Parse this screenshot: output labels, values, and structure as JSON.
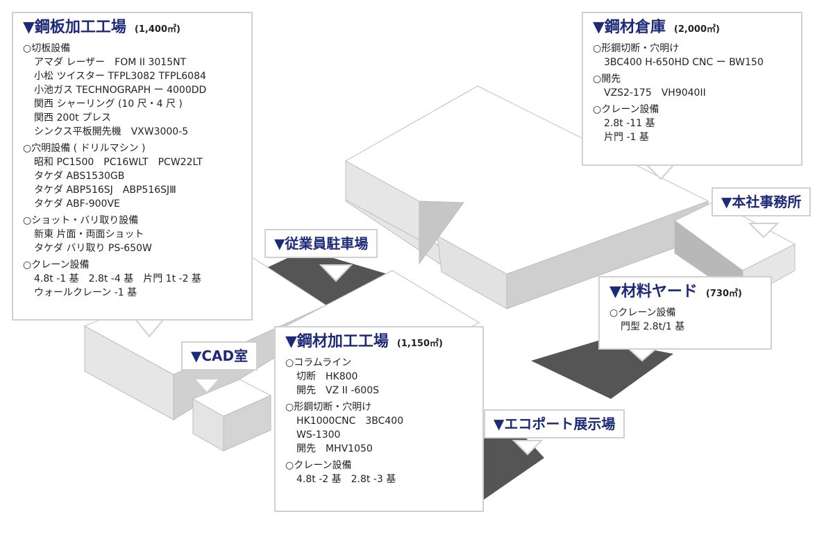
{
  "colors": {
    "title": "#1d2a7a",
    "top": "#ffffff",
    "side_light": "#e4e4e4",
    "side_dark": "#c2c2c2",
    "dark_area": "#555555",
    "border": "#d0d0d0"
  },
  "callouts": {
    "plate": {
      "title": "▼鋼板加工工場",
      "area": "(1,400㎡)",
      "groups": [
        {
          "head": "○切板設備",
          "lines": [
            "アマダ レーザー　FOM II 3015NT",
            "小松 ツイスター TFPL3082 TFPL6084",
            "小池ガス TECHNOGRAPH ー 4000DD",
            "関西 シャーリング (10 尺・4 尺 )",
            "関西 200t プレス",
            "シンクス平板開先機　VXW3000-5"
          ]
        },
        {
          "head": "○穴明設備 ( ドリルマシン )",
          "lines": [
            "昭和 PC1500　PC16WLT　PCW22LT",
            "タケダ ABS1530GB",
            "タケダ ABP516SJ　ABP516SJⅢ",
            "タケダ ABF-900VE"
          ]
        },
        {
          "head": "○ショット・バリ取り設備",
          "lines": [
            "新東 片面・両面ショット",
            "タケダ バリ取り PS-650W"
          ]
        },
        {
          "head": "○クレーン設備",
          "lines": [
            "4.8t -1 基　2.8t -4 基　片門 1t -2 基",
            "ウォールクレーン -1 基"
          ]
        }
      ]
    },
    "warehouse": {
      "title": "▼鋼材倉庫",
      "area": "(2,000㎡)",
      "groups": [
        {
          "head": "○形鋼切断・穴明け",
          "lines": [
            "3BC400 H-650HD CNC ー BW150"
          ]
        },
        {
          "head": "○開先",
          "lines": [
            "VZS2-175　VH9040II"
          ]
        },
        {
          "head": "○クレーン設備",
          "lines": [
            "2.8t -11 基",
            "片門 -1 基"
          ]
        }
      ]
    },
    "steel": {
      "title": "▼鋼材加工工場",
      "area": "(1,150㎡)",
      "groups": [
        {
          "head": "○コラムライン",
          "lines": [
            "切断　HK800",
            "開先　VZ II -600S"
          ]
        },
        {
          "head": "○形鋼切断・穴明け",
          "lines": [
            "HK1000CNC　3BC400",
            "WS-1300",
            "開先　MHV1050"
          ]
        },
        {
          "head": "○クレーン設備",
          "lines": [
            "4.8t -2 基　2.8t -3 基"
          ]
        }
      ]
    },
    "yard": {
      "title": "▼材料ヤード",
      "area": "(730㎡)",
      "groups": [
        {
          "head": "○クレーン設備",
          "lines": [
            "門型 2.8t/1 基"
          ]
        }
      ]
    }
  },
  "labels": {
    "office": "▼本社事務所",
    "parking": "▼従業員駐車場",
    "cad": "▼CAD室",
    "ecoport": "▼エコポート展示場"
  }
}
